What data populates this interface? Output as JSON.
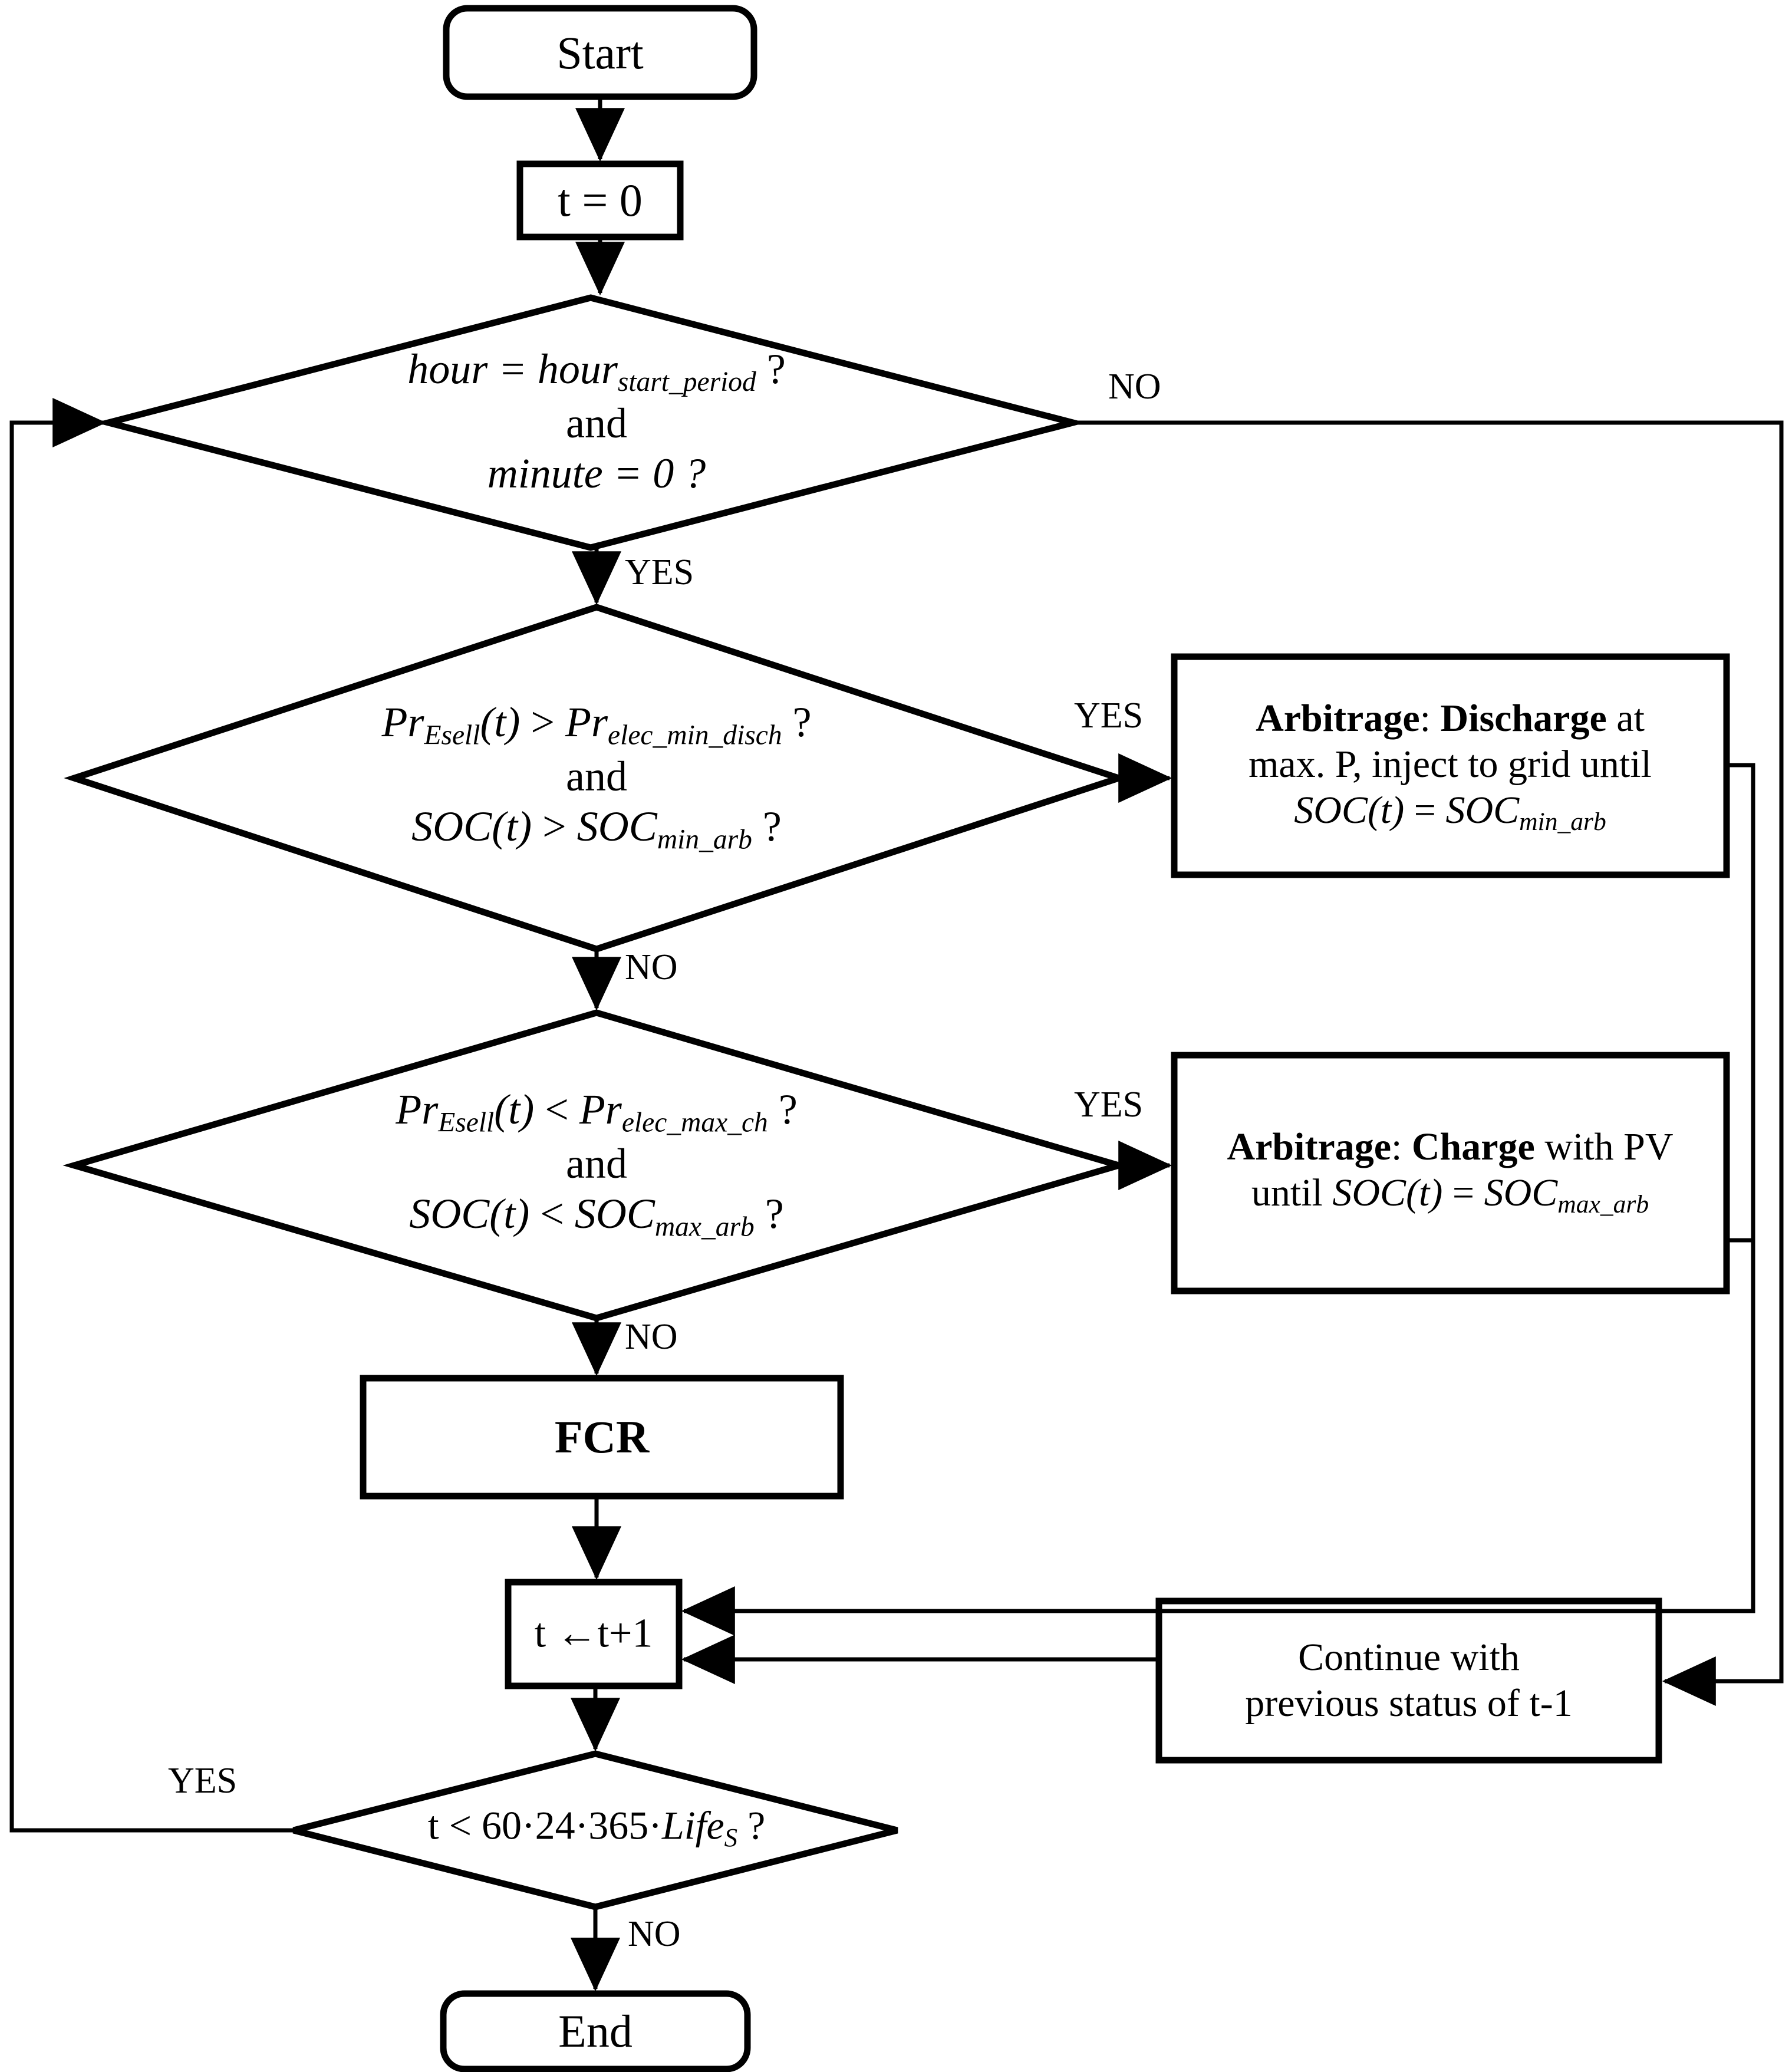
{
  "diagram": {
    "title": "Battery energy storage operation flowchart",
    "colors": {
      "stroke": "#000000",
      "fill": "#ffffff",
      "text": "#000000"
    }
  },
  "nodes": {
    "start": {
      "label": "Start",
      "shape": "terminator"
    },
    "init": {
      "label": "t = 0",
      "shape": "process"
    },
    "decision_time": {
      "shape": "decision",
      "line1_a": "hour",
      "line1_eq": " = ",
      "line1_b": "hour",
      "line1_sub": "start_period",
      "line1_q": " ?",
      "line2": "and",
      "line3_a": "minute",
      "line3_eq": " = 0 ?"
    },
    "decision_discharge": {
      "shape": "decision",
      "line1_a": "Pr",
      "line1_sub_a": "Esell",
      "line1_arg": "(t)",
      "line1_op": " > ",
      "line1_b": "Pr",
      "line1_sub_b": "elec_min_disch",
      "line1_q": " ?",
      "line2": "and",
      "line3_a": "SOC",
      "line3_arg": "(t)",
      "line3_op": " > ",
      "line3_b": "SOC",
      "line3_sub_b": "min_arb",
      "line3_q": " ?"
    },
    "decision_charge": {
      "shape": "decision",
      "line1_a": "Pr",
      "line1_sub_a": "Esell",
      "line1_arg": "(t)",
      "line1_op": " < ",
      "line1_b": "Pr",
      "line1_sub_b": "elec_max_ch",
      "line1_q": " ?",
      "line2": "and",
      "line3_a": "SOC",
      "line3_arg": "(t)",
      "line3_op": " < ",
      "line3_b": "SOC",
      "line3_sub_b": "max_arb",
      "line3_q": " ?"
    },
    "arbitrage_discharge": {
      "shape": "process",
      "bold1": "Arbitrage",
      "sep1": ": ",
      "bold2": "Discharge",
      "rest1": " at",
      "line2": "max. P, inject to grid until",
      "line3_a": "SOC",
      "line3_arg": "(t)",
      "line3_op": " = ",
      "line3_b": "SOC",
      "line3_sub_b": "min_arb"
    },
    "arbitrage_charge": {
      "shape": "process",
      "bold1": "Arbitrage",
      "sep1": ": ",
      "bold2": "Charge",
      "rest1": " with PV",
      "line2_pre": "until ",
      "line2_a": "SOC",
      "line2_arg": "(t)",
      "line2_op": " = ",
      "line2_b": "SOC",
      "line2_sub_b": "max_arb"
    },
    "fcr": {
      "label": "FCR",
      "shape": "process"
    },
    "increment": {
      "label": "t ←t+1",
      "shape": "process"
    },
    "continue_prev": {
      "shape": "process",
      "line1": "Continue with",
      "line2": "previous status of t-1"
    },
    "decision_loop": {
      "shape": "decision",
      "expr_pre": "t < 60·24·365·",
      "expr_var": "Life",
      "expr_sub": "S",
      "expr_q": " ?"
    },
    "end": {
      "label": "End",
      "shape": "terminator"
    }
  },
  "edge_labels": {
    "time_no": "NO",
    "time_yes": "YES",
    "discharge_yes": "YES",
    "discharge_no": "NO",
    "charge_yes": "YES",
    "charge_no": "NO",
    "loop_yes": "YES",
    "loop_no": "NO"
  }
}
